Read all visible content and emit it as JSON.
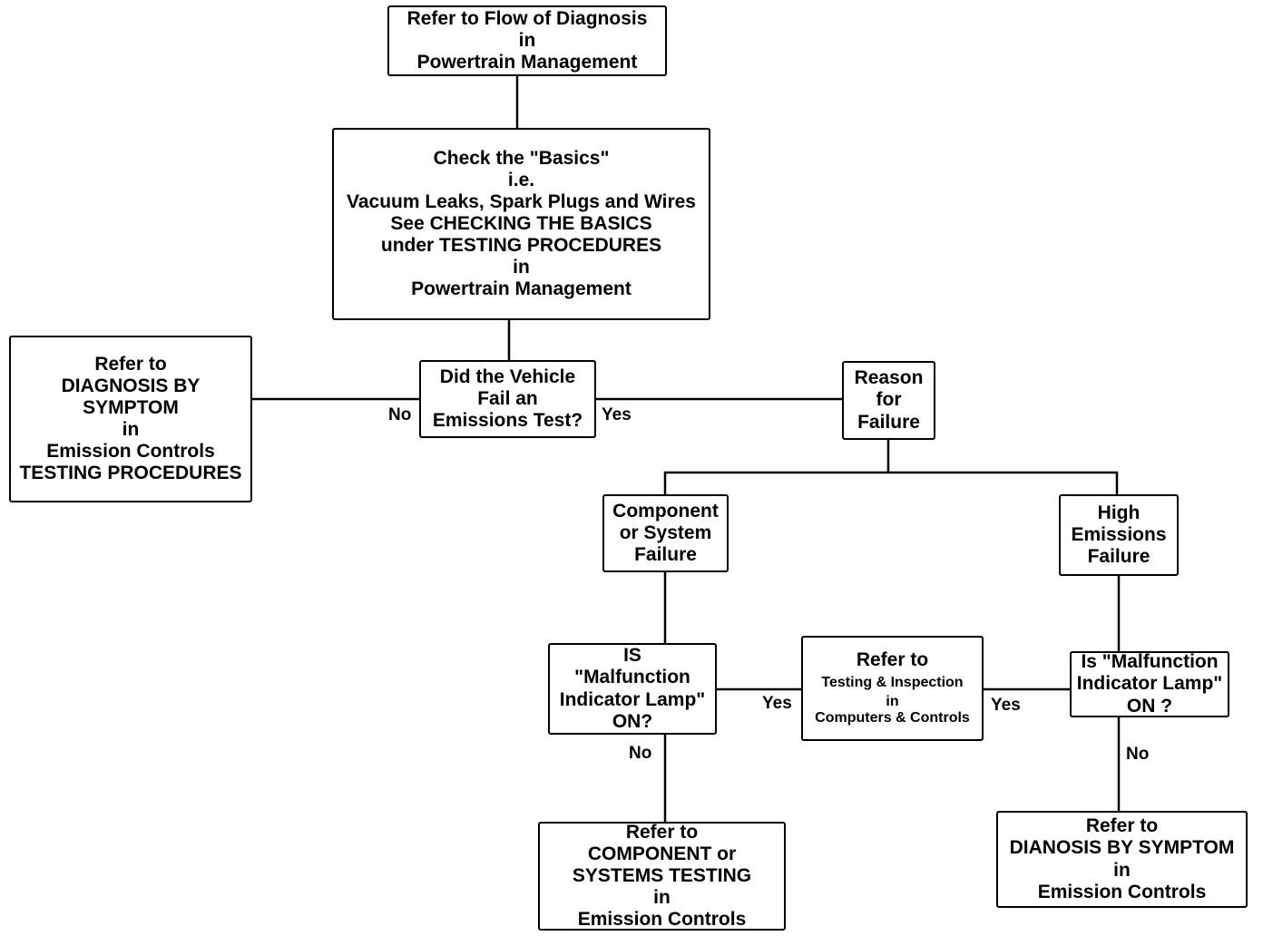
{
  "nodes": {
    "start": [
      "Refer to Flow of Diagnosis",
      "in",
      "Powertrain Management"
    ],
    "basics": [
      "Check the \"Basics\"",
      "i.e.",
      "Vacuum Leaks, Spark Plugs and Wires",
      "See CHECKING THE BASICS",
      "under TESTING PROCEDURES",
      "in",
      "Powertrain Management"
    ],
    "symptom_left": [
      "Refer to",
      "DIAGNOSIS BY",
      "SYMPTOM",
      "in",
      "Emission Controls",
      "TESTING PROCEDURES"
    ],
    "fail_test": [
      "Did the Vehicle",
      "Fail an",
      "Emissions Test?"
    ],
    "reason": [
      "Reason",
      "for",
      "Failure"
    ],
    "component": [
      "Component",
      "or System",
      "Failure"
    ],
    "high_emissions": [
      "High",
      "Emissions",
      "Failure"
    ],
    "mil_left": [
      "IS",
      "\"Malfunction",
      "Indicator Lamp\"",
      "ON?"
    ],
    "testing_inspection": [
      "Refer to",
      "Testing & Inspection",
      "in",
      "Computers & Controls"
    ],
    "mil_right": [
      "Is \"Malfunction",
      "Indicator Lamp\"",
      "ON ?"
    ],
    "component_testing": [
      "Refer to",
      "COMPONENT or",
      "SYSTEMS TESTING",
      "in",
      "Emission Controls"
    ],
    "symptom_right": [
      "Refer to",
      "DIANOSIS BY SYMPTOM",
      "in",
      "Emission Controls"
    ]
  },
  "edge_labels": {
    "no_left": "No",
    "yes_fail": "Yes",
    "yes_mil_left": "Yes",
    "yes_mil_right": "Yes",
    "no_mil_left": "No",
    "no_mil_right": "No"
  }
}
